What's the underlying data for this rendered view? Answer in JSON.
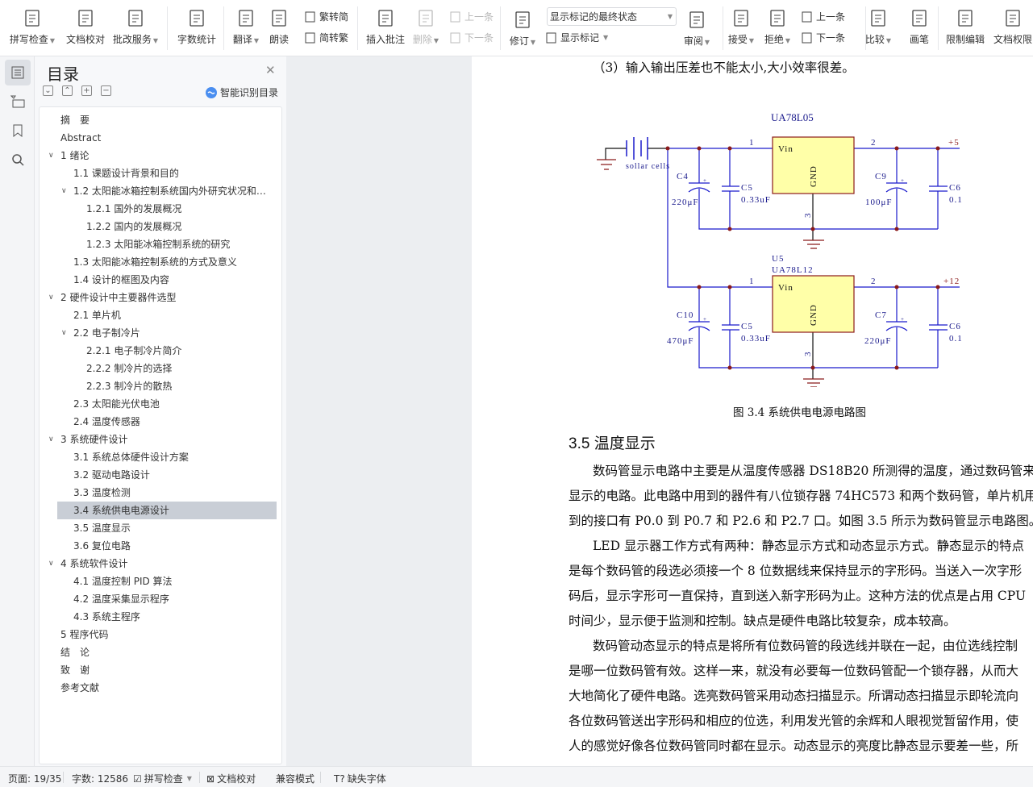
{
  "toolbar": {
    "large": [
      {
        "id": "spell-check",
        "label": "拼写检查",
        "caret": true
      },
      {
        "id": "doc-proofread",
        "label": "文档校对",
        "caret": false
      },
      {
        "id": "correction-service",
        "label": "批改服务",
        "caret": true
      },
      {
        "id": "word-count",
        "label": "字数统计",
        "caret": false
      },
      {
        "id": "translate",
        "label": "翻译",
        "caret": true
      },
      {
        "id": "read-aloud",
        "label": "朗读",
        "caret": false
      },
      {
        "id": "insert-comment",
        "label": "插入批注",
        "caret": false
      },
      {
        "id": "delete-comment",
        "label": "删除",
        "caret": true,
        "disabled": true
      },
      {
        "id": "track-changes",
        "label": "修订",
        "caret": true
      },
      {
        "id": "review-pane",
        "label": "审阅",
        "caret": true
      },
      {
        "id": "accept",
        "label": "接受",
        "caret": true
      },
      {
        "id": "reject",
        "label": "拒绝",
        "caret": true
      },
      {
        "id": "compare",
        "label": "比较",
        "caret": true
      },
      {
        "id": "pen",
        "label": "画笔",
        "caret": false
      },
      {
        "id": "restrict-edit",
        "label": "限制编辑",
        "caret": false
      },
      {
        "id": "doc-permission",
        "label": "文档权限",
        "caret": false
      }
    ],
    "small": [
      {
        "id": "trad-to-simp",
        "label": "繁转简"
      },
      {
        "id": "simp-to-trad",
        "label": "简转繁"
      },
      {
        "id": "prev-comment",
        "label": "上一条",
        "disabled": true
      },
      {
        "id": "next-comment",
        "label": "下一条",
        "disabled": true
      },
      {
        "id": "show-markup",
        "label": "显示标记",
        "caret": true
      },
      {
        "id": "prev-change",
        "label": "上一条"
      },
      {
        "id": "next-change",
        "label": "下一条"
      }
    ],
    "markup_state": "显示标记的最终状态"
  },
  "toc": {
    "title": "目录",
    "smart_label": "智能识别目录",
    "items": [
      {
        "label": "摘　要",
        "level": 0
      },
      {
        "label": "Abstract",
        "level": 0
      },
      {
        "label": "1  绪论",
        "level": 0,
        "expanded": true
      },
      {
        "label": "1.1 课题设计背景和目的",
        "level": 1
      },
      {
        "label": "1.2  太阳能冰箱控制系统国内外研究状况和…",
        "level": 1,
        "expanded": true
      },
      {
        "label": "1.2.1 国外的发展概况",
        "level": 2
      },
      {
        "label": "1.2.2  国内的发展概况",
        "level": 2
      },
      {
        "label": "1.2.3  太阳能冰箱控制系统的研究",
        "level": 2
      },
      {
        "label": "1.3 太阳能冰箱控制系统的方式及意义",
        "level": 1
      },
      {
        "label": "1.4 设计的框图及内容",
        "level": 1
      },
      {
        "label": "2  硬件设计中主要器件选型",
        "level": 0,
        "expanded": true
      },
      {
        "label": "2.1 单片机",
        "level": 1
      },
      {
        "label": "2.2  电子制冷片",
        "level": 1,
        "expanded": true
      },
      {
        "label": "2.2.1  电子制冷片简介",
        "level": 2
      },
      {
        "label": "2.2.2  制冷片的选择",
        "level": 2
      },
      {
        "label": "2.2.3  制冷片的散热",
        "level": 2
      },
      {
        "label": "2.3  太阳能光伏电池",
        "level": 1
      },
      {
        "label": "2.4  温度传感器",
        "level": 1
      },
      {
        "label": "3  系统硬件设计",
        "level": 0,
        "expanded": true
      },
      {
        "label": "3.1  系统总体硬件设计方案",
        "level": 1
      },
      {
        "label": "3.2  驱动电路设计",
        "level": 1
      },
      {
        "label": "3.3  温度检测",
        "level": 1
      },
      {
        "label": "3.4  系统供电电源设计",
        "level": 1,
        "selected": true
      },
      {
        "label": "3.5  温度显示",
        "level": 1
      },
      {
        "label": "3.6  复位电路",
        "level": 1
      },
      {
        "label": "4  系统软件设计",
        "level": 0,
        "expanded": true
      },
      {
        "label": "4.1  温度控制 PID 算法",
        "level": 1
      },
      {
        "label": "4.2  温度采集显示程序",
        "level": 1
      },
      {
        "label": "4.3  系统主程序",
        "level": 1
      },
      {
        "label": "5  程序代码",
        "level": 0
      },
      {
        "label": "结　论",
        "level": 0
      },
      {
        "label": "致　谢",
        "level": 0
      },
      {
        "label": "参考文献",
        "level": 0
      }
    ]
  },
  "document": {
    "intro_line": "（3）输入输出压差也不能太小,大小效率很差。",
    "circuit": {
      "title": "UA78L05",
      "u5": "U5",
      "ic2": "UA78L12",
      "vin": "Vin",
      "gnd": "GND",
      "pin1": "1",
      "pin2": "2",
      "pin3": "3",
      "battery": "sollar cells",
      "out5": "+5",
      "out12": "+12",
      "c4": "C4",
      "c4v": "220μF",
      "c5": "C5",
      "c5v": "0.33uF",
      "c9": "C9",
      "c9v": "100μF",
      "c6": "C6",
      "c6v": "0.1",
      "c10": "C10",
      "c10v": "470μF",
      "c7": "C7",
      "c7v": "220μF",
      "plus": "+"
    },
    "caption": "图 3.4 系统供电电源电路图",
    "heading": "3.5  温度显示",
    "lines": [
      {
        "text": "数码管显示电路中主要是从温度传感器 DS18B20 所测得的温度，通过数码管来",
        "indent": true
      },
      {
        "text": "显示的电路。此电路中用到的器件有八位锁存器 74HC573 和两个数码管，单片机用"
      },
      {
        "text": "到的接口有 P0.0 到 P0.7 和 P2.6 和 P2.7 口。如图 3.5 所示为数码管显示电路图。"
      },
      {
        "text": "LED 显示器工作方式有两种：静态显示方式和动态显示方式。静态显示的特点",
        "indent": true
      },
      {
        "text": "是每个数码管的段选必须接一个 8 位数据线来保持显示的字形码。当送入一次字形"
      },
      {
        "text": "码后，显示字形可一直保持，直到送入新字形码为止。这种方法的优点是占用 CPU"
      },
      {
        "text": "时间少，显示便于监测和控制。缺点是硬件电路比较复杂，成本较高。"
      },
      {
        "text": "数码管动态显示的特点是将所有位数码管的段选线并联在一起，由位选线控制",
        "indent": true
      },
      {
        "text": "是哪一位数码管有效。这样一来，就没有必要每一位数码管配一个锁存器，从而大"
      },
      {
        "text": "大地简化了硬件电路。选亮数码管采用动态扫描显示。所谓动态扫描显示即轮流向"
      },
      {
        "text": "各位数码管送出字形码和相应的位选，利用发光管的余辉和人眼视觉暂留作用，使"
      },
      {
        "text": "人的感觉好像各位数码管同时都在显示。动态显示的亮度比静态显示要差一些，所"
      }
    ]
  },
  "status": {
    "page": "页面: 19/35",
    "words": "字数: 12586",
    "spell": "拼写检查",
    "proofread": "文档校对",
    "compat": "兼容模式",
    "missing_font": "缺失字体"
  },
  "colors": {
    "wire": "#1a1acc",
    "node": "#8b1a1a",
    "ic_fill": "#ffffa8",
    "selected": "#c9ced6"
  }
}
